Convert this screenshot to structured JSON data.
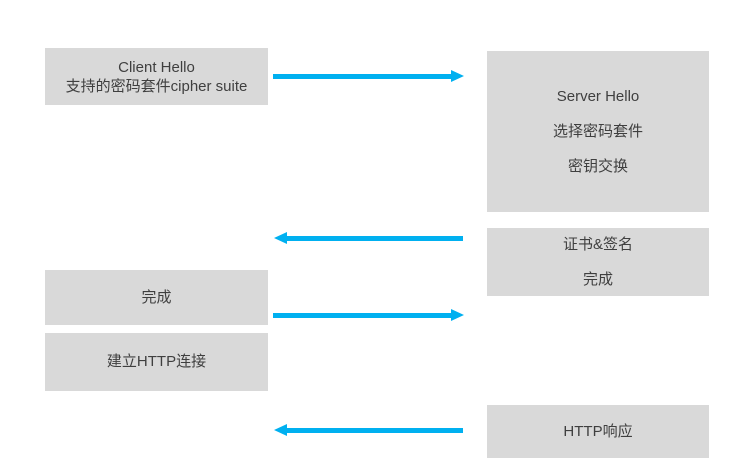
{
  "colors": {
    "box_background": "#d9d9d9",
    "arrow": "#00b0f0",
    "text": "#3f3f3f",
    "page_background": "#ffffff"
  },
  "diagram": {
    "type": "sequence-flow",
    "topic": "TLS handshake and HTTP exchange between client and server",
    "client": {
      "hello": {
        "line1": "Client Hello",
        "line2": "支持的密码套件cipher suite"
      },
      "finish": "完成",
      "http_connect": "建立HTTP连接"
    },
    "server": {
      "hello": {
        "line1": "Server Hello",
        "line2": "选择密码套件",
        "line3": "密钥交换"
      },
      "cert": {
        "line1": "证书&签名",
        "line2": "完成"
      },
      "http_response": "HTTP响应"
    },
    "arrows": [
      {
        "name": "client-hello-to-server",
        "direction": "right"
      },
      {
        "name": "server-cert-to-client",
        "direction": "left"
      },
      {
        "name": "client-finish-to-server",
        "direction": "right"
      },
      {
        "name": "server-http-response-to-client",
        "direction": "left"
      }
    ]
  }
}
